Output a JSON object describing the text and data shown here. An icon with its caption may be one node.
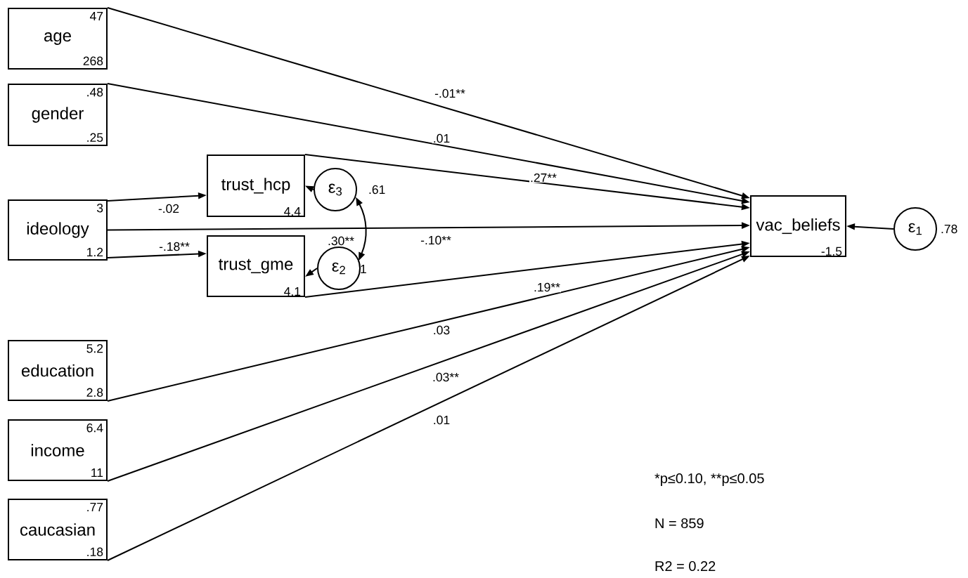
{
  "diagram": {
    "nodes": [
      {
        "text": [
          "47",
          "age",
          "268"
        ]
      },
      {
        "text": [
          ".48",
          "gender",
          ".25"
        ]
      },
      {
        "text": [
          "3",
          "ideology",
          "1.2"
        ]
      },
      {
        "text": [
          "trust_hcp",
          "4.4"
        ]
      },
      {
        "text": [
          "trust_gme",
          "4.1"
        ]
      },
      {
        "text": [
          "5.2",
          "education",
          "2.8"
        ]
      },
      {
        "text": [
          "6.4",
          "income",
          "11"
        ]
      },
      {
        "text": [
          ".77",
          "caucasian",
          ".18"
        ]
      },
      {
        "text": [
          "vac_beliefs",
          "-1.5"
        ]
      },
      {
        "text": [
          "ε$_{3}$"
        ],
        "beside": [
          ".61"
        ]
      },
      {
        "text": [
          "ε$_{2}$"
        ],
        "beside": [
          "1"
        ]
      },
      {
        "text": [
          "ε$_{1}$"
        ],
        "beside": [
          ".78"
        ]
      }
    ],
    "edges": [
      {
        "from": 0,
        "to": 8,
        "arrow": "to",
        "label": "-.01**"
      },
      {
        "from": 1,
        "to": 8,
        "arrow": "to",
        "label": ".01"
      },
      {
        "from": 3,
        "to": 8,
        "arrow": "to",
        "label": ".27**"
      },
      {
        "from": 2,
        "to": 3,
        "arrow": "to",
        "label": "-.02"
      },
      {
        "from": 2,
        "to": 8,
        "arrow": "to",
        "label": "-.10**"
      },
      {
        "from": 2,
        "to": 4,
        "arrow": "to",
        "label": "-.18**"
      },
      {
        "from": 4,
        "to": 8,
        "arrow": "to",
        "label": ".19**"
      },
      {
        "from": 5,
        "to": 8,
        "arrow": "to",
        "label": ".03"
      },
      {
        "from": 6,
        "to": 8,
        "arrow": "to",
        "label": ".03**"
      },
      {
        "from": 7,
        "to": 8,
        "arrow": "to",
        "label": ".01"
      },
      {
        "from": 9,
        "to": 3,
        "arrow": "to"
      },
      {
        "from": 10,
        "to": 4,
        "arrow": "to"
      },
      {
        "from": 10,
        "to": 9,
        "arrow": "both",
        "label": ".30**"
      },
      {
        "from": 11,
        "to": 8,
        "arrow": "to"
      }
    ],
    "labels": [
      "*p≤0.10, **p≤0.05",
      "N = 859",
      "R2 = 0.22"
    ]
  }
}
